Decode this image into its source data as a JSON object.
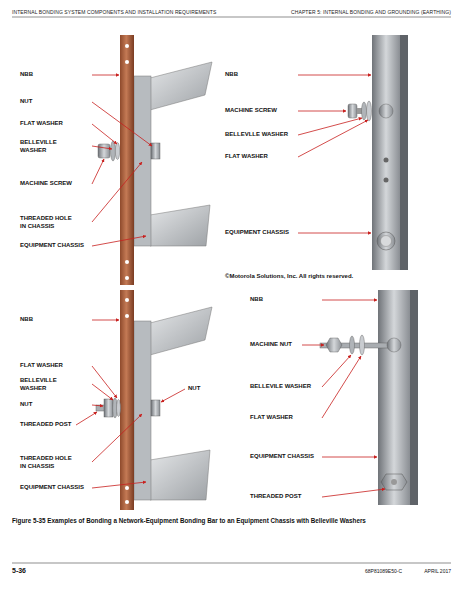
{
  "diagram": {
    "caption": "Figure 5-35 Examples of Bonding a Network-Equipment Bonding Bar to an Equipment Chassis with Belleville Washers",
    "labels": [
      "INTERNAL BONDING SYSTEM COMPONENTS AND INSTALLATION REQUIREMENTS",
      "CHAPTER 5: INTERNAL BONDING AND GROUNDING (EARTHING)",
      "NBB",
      "NUT",
      "FLAT WASHER",
      "BELLEVILLE WASHER",
      "MACHINE SCREW",
      "THREADED HOLE IN CHASSIS",
      "EQUIPMENT CHASSIS",
      "NBB",
      "MACHINE SCREW",
      "BELLEVLLE WASHER",
      "FLAT WASHER",
      "EQUIPMENT CHASSIS",
      "©Motorola Solutions, Inc. All rights reserved.",
      "NBB",
      "FLAT WASHER",
      "BELLEVILLE WASHER",
      "NUT",
      "NUT",
      "THREADED POST",
      "THREADED HOLE IN CHASSIS",
      "EQUIPMENT CHASSIS",
      "NBB",
      "MACHINE NUT",
      "BELLEVILE WASHER",
      "FLAT WASHER",
      "EQUIPMENT CHASSIS",
      "THREADED POST",
      "5-36",
      "68P81089E50-C",
      "APRIL 2017"
    ]
  }
}
